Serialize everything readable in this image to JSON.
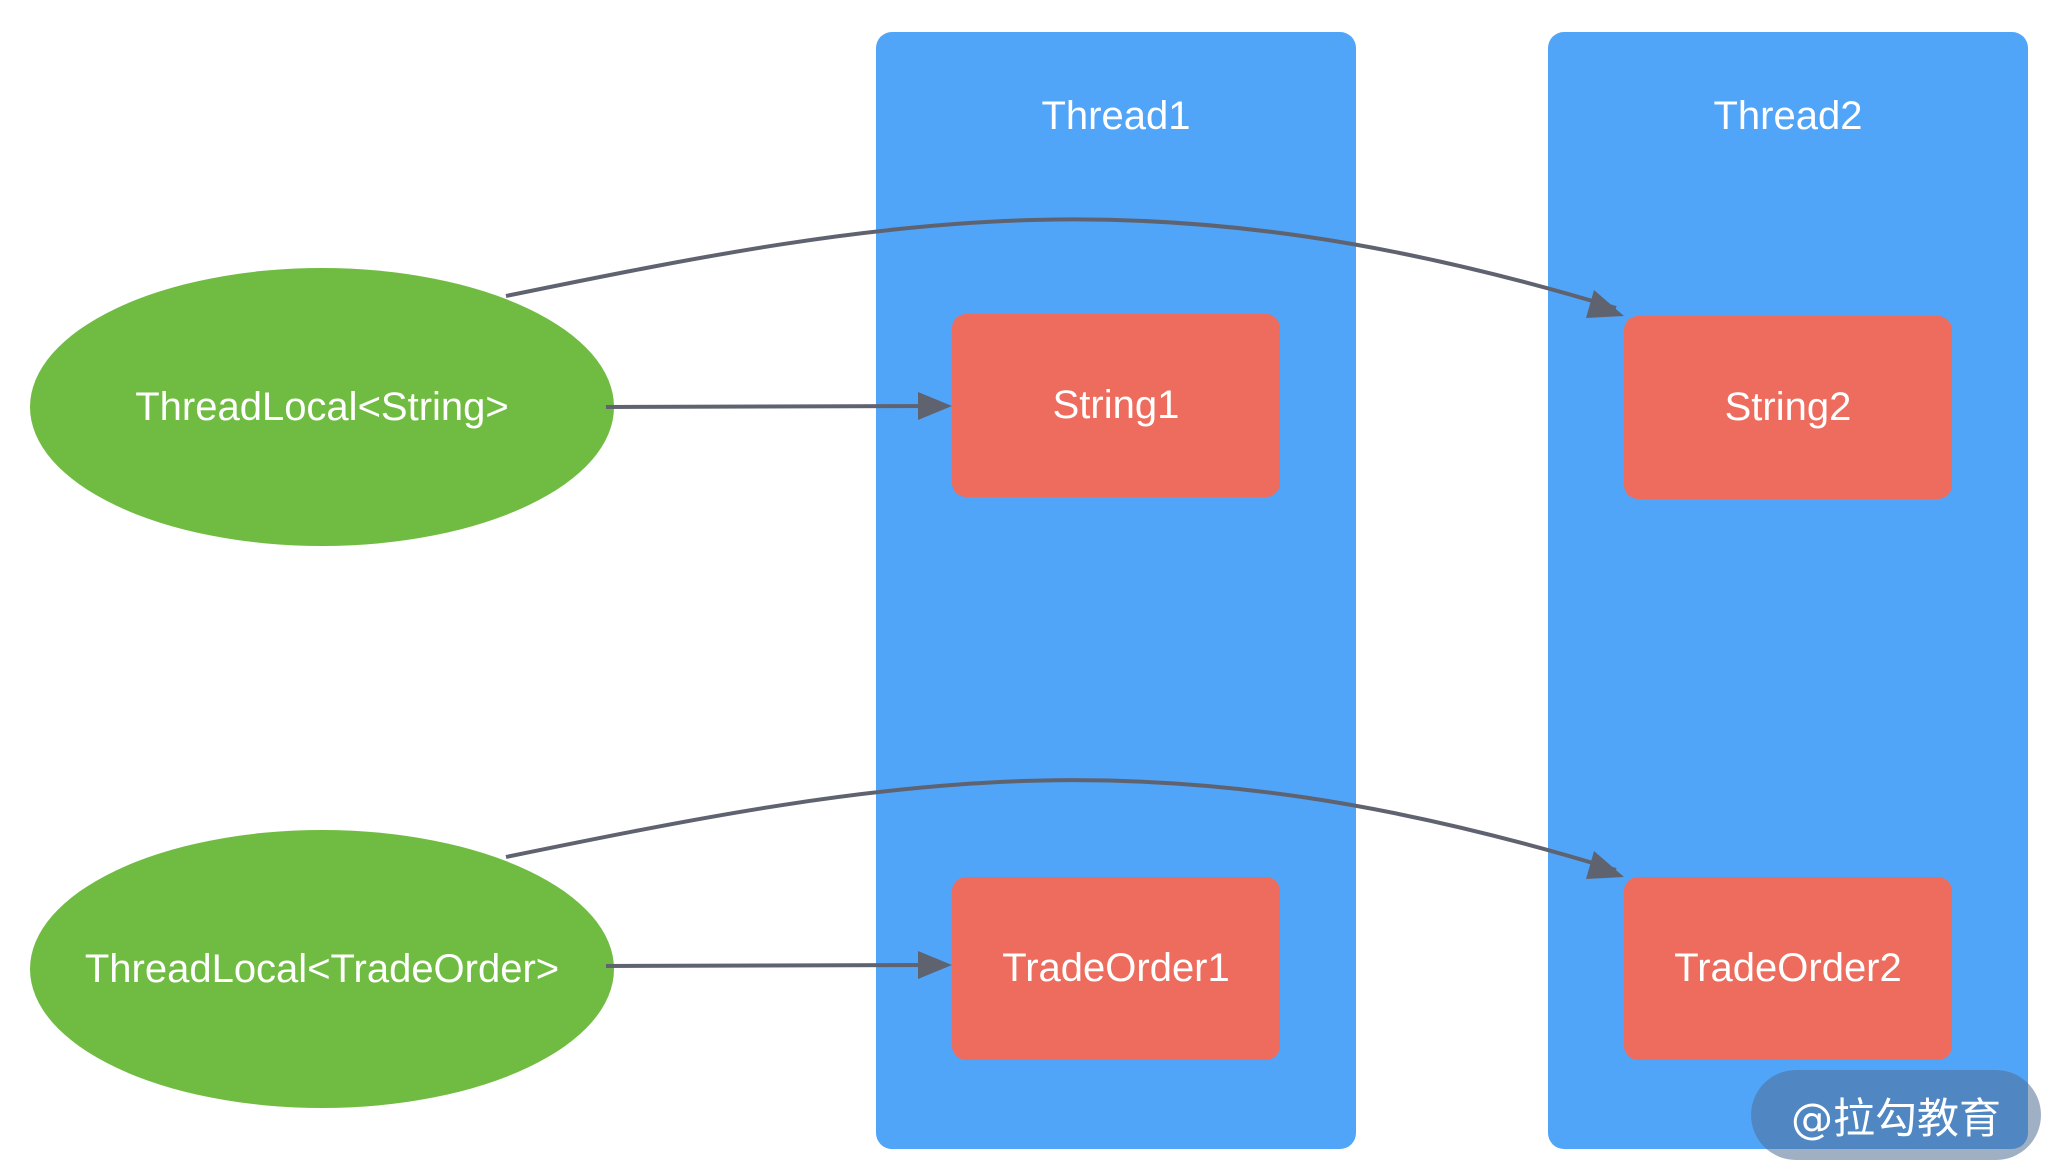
{
  "threads": [
    {
      "title": "Thread1",
      "objects": [
        "String1",
        "TradeOrder1"
      ]
    },
    {
      "title": "Thread2",
      "objects": [
        "String2",
        "TradeOrder2"
      ]
    }
  ],
  "thread_locals": [
    "ThreadLocal<String>",
    "ThreadLocal<TradeOrder>"
  ],
  "watermark": "@拉勾教育",
  "colors": {
    "thread": "#51a5f8",
    "object": "#ed6c5e",
    "threadlocal": "#70bc42",
    "arrow": "#5f6370"
  }
}
